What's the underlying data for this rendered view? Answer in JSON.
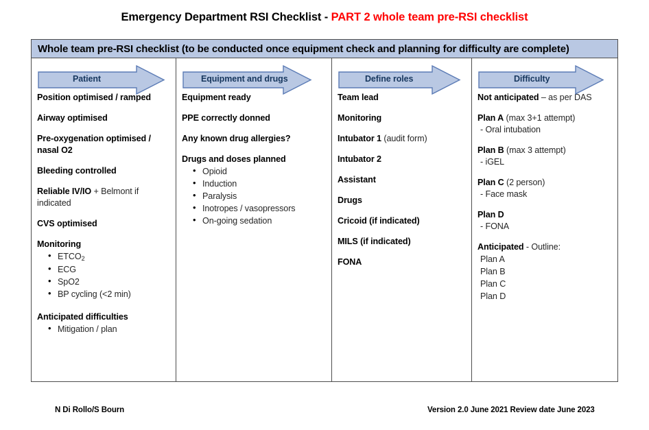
{
  "title": {
    "black_part": "Emergency Department RSI Checklist - ",
    "red_part": "PART 2 whole team pre-RSI checklist",
    "red_color": "#FF0000"
  },
  "banner": {
    "text": "Whole team pre-RSI checklist (to be conducted once equipment check and planning for difficulty are complete)",
    "bg_color": "#b9c8e3"
  },
  "arrow_color": "#b9c8e3",
  "arrow_border_color": "#5b7bb5",
  "columns": [
    {
      "arrow_label": "Patient",
      "items": [
        {
          "bold": "Position optimised / ramped",
          "normal": ""
        },
        {
          "bold": "Airway optimised",
          "normal": ""
        },
        {
          "bold": "Pre-oxygenation optimised / nasal O2",
          "normal": ""
        },
        {
          "bold": "Bleeding controlled",
          "normal": ""
        },
        {
          "bold": "Reliable IV/IO",
          "normal": " + Belmont if indicated"
        },
        {
          "bold": "CVS optimised",
          "normal": ""
        }
      ],
      "monitoring_heading": "Monitoring",
      "monitoring_bullets": [
        "ETCO₂",
        "ECG",
        "SpO2",
        "BP cycling (<2 min)"
      ],
      "difficulties_heading": "Anticipated difficulties",
      "difficulties_bullets": [
        "Mitigation / plan"
      ]
    },
    {
      "arrow_label": "Equipment and drugs",
      "items": [
        {
          "bold": "Equipment ready",
          "normal": ""
        },
        {
          "bold": "PPE correctly donned",
          "normal": ""
        },
        {
          "bold": "Any known drug allergies?",
          "normal": ""
        }
      ],
      "drugs_heading": "Drugs and doses planned",
      "drugs_bullets": [
        "Opioid",
        "Induction",
        "Paralysis",
        "Inotropes / vasopressors",
        "On-going sedation"
      ]
    },
    {
      "arrow_label": "Define roles",
      "items": [
        {
          "bold": "Team lead",
          "normal": ""
        },
        {
          "bold": "Monitoring",
          "normal": ""
        },
        {
          "bold": "Intubator 1",
          "normal": " (audit form)"
        },
        {
          "bold": "Intubator 2",
          "normal": ""
        },
        {
          "bold": "Assistant",
          "normal": ""
        },
        {
          "bold": "Drugs",
          "normal": ""
        },
        {
          "bold": "Cricoid (if indicated)",
          "normal": ""
        },
        {
          "bold": "MILS  (if indicated)",
          "normal": ""
        },
        {
          "bold": "FONA",
          "normal": ""
        }
      ]
    },
    {
      "arrow_label": "Difficulty",
      "not_anticipated": {
        "bold": "Not anticipated",
        "normal": " – as per DAS"
      },
      "plans": [
        {
          "bold": "Plan A",
          "normal": " (max 3+1 attempt)",
          "sub": "- Oral intubation"
        },
        {
          "bold": "Plan B",
          "normal": " (max 3 attempt)",
          "sub": " - iGEL"
        },
        {
          "bold": "Plan C",
          "normal": " (2 person)",
          "sub": " - Face mask"
        },
        {
          "bold": "Plan D",
          "normal": "",
          "sub": " - FONA"
        }
      ],
      "anticipated": {
        "bold": "Anticipated",
        "normal": " - Outline:"
      },
      "anticipated_lines": [
        "Plan A",
        "Plan B",
        "Plan C",
        "Plan D"
      ]
    }
  ],
  "footer": {
    "authors": "N Di Rollo/S Bourn",
    "version": "Version 2.0 June 2021  Review date June 2023"
  }
}
